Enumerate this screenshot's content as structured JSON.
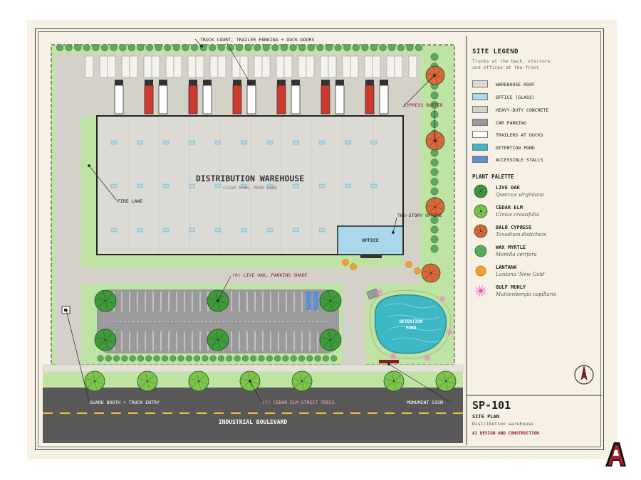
{
  "plan": {
    "callouts": {
      "truck_court": "TRUCK COURT, TRAILER PARKING + DOCK DOORS",
      "cypress_buffer": "CYPRESS BUFFER",
      "fire_lane": "FIRE LANE",
      "two_story_office": "TWO-STORY OFFICE",
      "live_oak_shade": "(6) LIVE OAK, PARKING SHADE",
      "guard_booth": "GUARD BOOTH + TRUCK ENTRY",
      "street_trees": "(7) CEDAR ELM STREET TREES",
      "monument_sign": "MONUMENT SIGN"
    },
    "warehouse_title": "DISTRIBUTION WAREHOUSE",
    "warehouse_sub": "CLEAR SPAN, REAR LOAD",
    "office_label": "OFFICE",
    "pond_label_1": "DETENTION",
    "pond_label_2": "POND",
    "road_label": "INDUSTRIAL BOULEVARD"
  },
  "legend": {
    "title": "SITE LEGEND",
    "subtitle": "Trucks at the back, visitors and offices at the front",
    "items": [
      {
        "label": "WAREHOUSE ROOF",
        "color": "#dcdad4"
      },
      {
        "label": "OFFICE (GLASS)",
        "color": "#a9d8ea"
      },
      {
        "label": "HEAVY-DUTY CONCRETE",
        "color": "#d4d1c9"
      },
      {
        "label": "CAR PARKING",
        "color": "#9a9a9a"
      },
      {
        "label": "TRAILERS AT DOCKS",
        "color": "#ffffff"
      },
      {
        "label": "DETENTION POND",
        "color": "#3fb8c6"
      },
      {
        "label": "ACCESSIBLE STALLS",
        "color": "#5b8fd6"
      }
    ]
  },
  "plant_palette": {
    "title": "PLANT PALETTE",
    "items": [
      {
        "name": "LIVE OAK",
        "latin": "Quercus virginiana",
        "color": "#3e9a3a",
        "icon": "live-oak-icon"
      },
      {
        "name": "CEDAR ELM",
        "latin": "Ulmus crassifolia",
        "color": "#7cc44c",
        "icon": "cedar-elm-icon"
      },
      {
        "name": "BALD CYPRESS",
        "latin": "Taxodium distichum",
        "color": "#d9683a",
        "icon": "bald-cypress-icon"
      },
      {
        "name": "WAX MYRTLE",
        "latin": "Morella cerifera",
        "color": "#5fa860",
        "icon": "wax-myrtle-icon"
      },
      {
        "name": "LANTANA",
        "latin": "Lantana 'New Gold'",
        "color": "#f2a12c",
        "icon": "lantana-icon"
      },
      {
        "name": "GULF MUHLY",
        "latin": "Muhlenbergia capillaris",
        "color": "#ef86c8",
        "icon": "gulf-muhly-icon"
      }
    ]
  },
  "title_block": {
    "sheet_number": "SP-101",
    "title": "SITE PLAN",
    "subtitle": "Distribution warehouse",
    "firm": "A1 DESIGN AND CONSTRUCTION"
  },
  "colors": {
    "accent": "#8b1a2b",
    "lawn": "#bfe3a3",
    "road": "#585858",
    "concrete": "#d4d1c9"
  }
}
